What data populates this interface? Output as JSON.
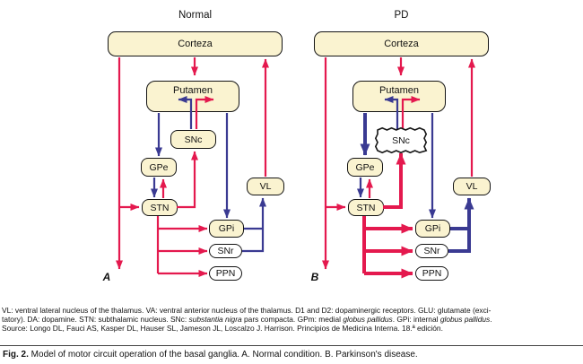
{
  "panels": [
    {
      "title": "Normal",
      "corner_label": "A",
      "nodes": {
        "corteza": "Corteza",
        "putamen": "Putamen",
        "snc": "SNc",
        "gpe": "GPe",
        "stn": "STN",
        "vl": "VL",
        "gpi": "GPi",
        "snr": "SNr",
        "ppn": "PPN"
      }
    },
    {
      "title": "PD",
      "corner_label": "B",
      "nodes": {
        "corteza": "Corteza",
        "putamen": "Putamen",
        "snc": "SNc",
        "gpe": "GPe",
        "stn": "STN",
        "vl": "VL",
        "gpi": "GPi",
        "snr": "SNr",
        "ppn": "PPN"
      }
    }
  ],
  "colors": {
    "excitatory_red": "#e4194e",
    "inhibitory_blue": "#3a3a92",
    "box_fill": "#faf3d0",
    "box_border": "#141414"
  },
  "legend": {
    "lines": [
      {
        "segments": [
          {
            "t": "VL: ventral lateral nucleus of the thalamus. VA: ventral anterior nucleus of the thalamus. D1 and D2: dopaminergic receptors. GLU: glutamate (exci-"
          }
        ]
      },
      {
        "segments": [
          {
            "t": "tatory). DA: dopamine. STN: subthalamic nucleus. SNc: "
          },
          {
            "t": "substantia nigra",
            "italic": true
          },
          {
            "t": " pars compacta. GPm: medial "
          },
          {
            "t": "globus pallidus",
            "italic": true
          },
          {
            "t": ". GPi: internal "
          },
          {
            "t": "globus pallidus",
            "italic": true
          },
          {
            "t": "."
          }
        ]
      },
      {
        "segments": [
          {
            "t": "Source: Longo DL, Fauci AS, Kasper DL, Hauser SL, Jameson JL, Loscalzo J. Harrison. Principios de Medicina Interna. 18.ª edición."
          }
        ]
      }
    ]
  },
  "caption": {
    "segments": [
      {
        "t": "Fig. 2.",
        "bold": true
      },
      {
        "t": " Model of motor circuit operation of the basal ganglia. A. Normal condition. B. Parkinson's disease."
      }
    ]
  }
}
